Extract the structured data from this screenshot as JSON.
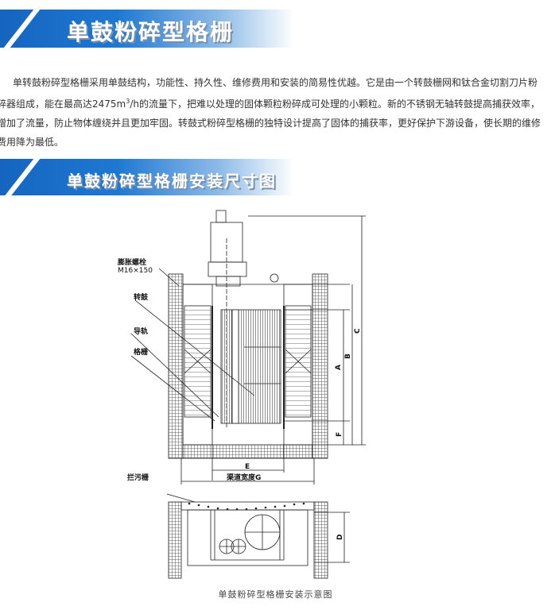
{
  "section1": {
    "title": "单鼓粉碎型格栅"
  },
  "description": {
    "before_superscript": "单转鼓粉碎型格栅采用单鼓结构，功能性、持久性、维修费用和安装的简易性优越。它是由一个转鼓栅网和钛合金切割刀片粉碎器组成，能在最高达2475m",
    "superscript": "3",
    "after_superscript": "/h的流量下，把难以处理的固体颗粒粉碎成可处理的小颗粒。新的不锈钢无轴转鼓提高捕获效率，增加了流量，防止物体缠绕并且更加牢固。转鼓式粉碎型格栅的独特设计提高了固体的捕获率，更好保护下游设备，使长期的维修费用降为最低。"
  },
  "section2": {
    "title": "单鼓粉碎型格栅安装尺寸图"
  },
  "drawing": {
    "labels": {
      "bolt": "膨胀螺栓",
      "bolt_size": "M16×150",
      "drum": "转鼓",
      "rail": "导轨",
      "grille": "格栅",
      "trash_rack": "拦污栅",
      "channel_width": "渠道宽度G"
    },
    "dimensions": {
      "a": "A",
      "b": "B",
      "c": "C",
      "d": "D",
      "e": "E",
      "f": "F"
    },
    "caption": "单鼓粉碎型格栅安装示意图"
  }
}
